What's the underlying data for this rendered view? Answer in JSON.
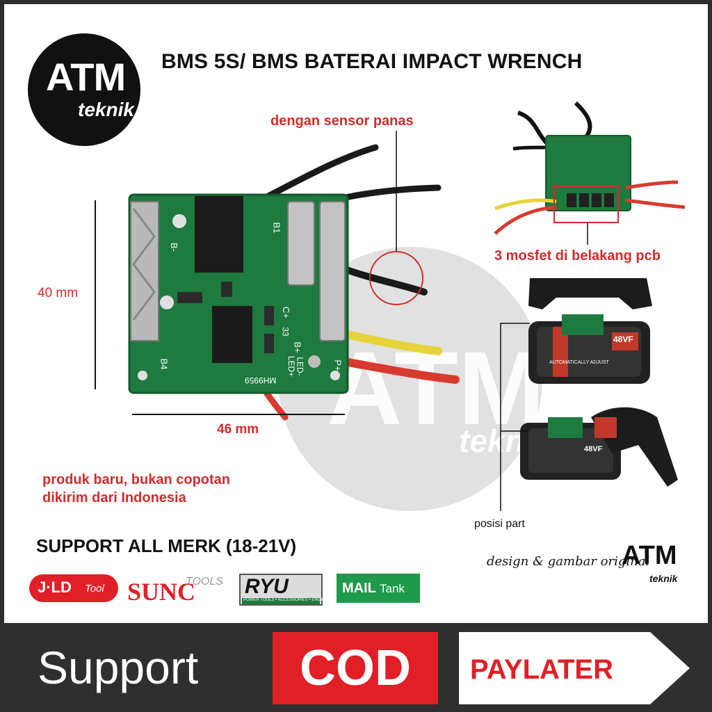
{
  "title": "BMS 5S/ BMS BATERAI IMPACT WRENCH",
  "logo": {
    "brand": "ATM",
    "sub": "teknik"
  },
  "labels": {
    "sensor": "dengan sensor panas",
    "mosfet": "3 mosfet di belakang pcb",
    "height": "40 mm",
    "width": "46 mm",
    "position": "posisi part",
    "product_line1": "produk baru, bukan copotan",
    "product_line2": "dikirim dari Indonesia",
    "support_all": "SUPPORT ALL MERK (18-21V)",
    "design": "design & gambar original",
    "design_brand": "ATM",
    "design_sub": "teknik"
  },
  "pcb": {
    "silk": [
      "B-",
      "B1",
      "C+",
      "B+",
      "LED+",
      "LED-",
      "P+",
      "B4",
      "33",
      "MH9959"
    ]
  },
  "battery": {
    "voltage": "48VF",
    "caption": "AUTOMATICALLY ADJUST"
  },
  "brands": {
    "jld": {
      "name": "J·LD",
      "suffix": "Tool"
    },
    "sunc": {
      "name": "SUNC",
      "suffix": "TOOLS"
    },
    "ryu": {
      "name": "RYU",
      "tag": "POWER TOOLS • ACCESSORIES • ENGINE"
    },
    "mail": {
      "name": "MAIL",
      "suffix": "Tank"
    }
  },
  "footer": {
    "support": "Support",
    "cod": "COD",
    "paylater": "PAYLATER"
  },
  "colors": {
    "accent_red": "#d42b2b",
    "cod_red": "#e01f26",
    "pcb_green": "#1e7a3e",
    "bar": "#2f2f2f"
  }
}
